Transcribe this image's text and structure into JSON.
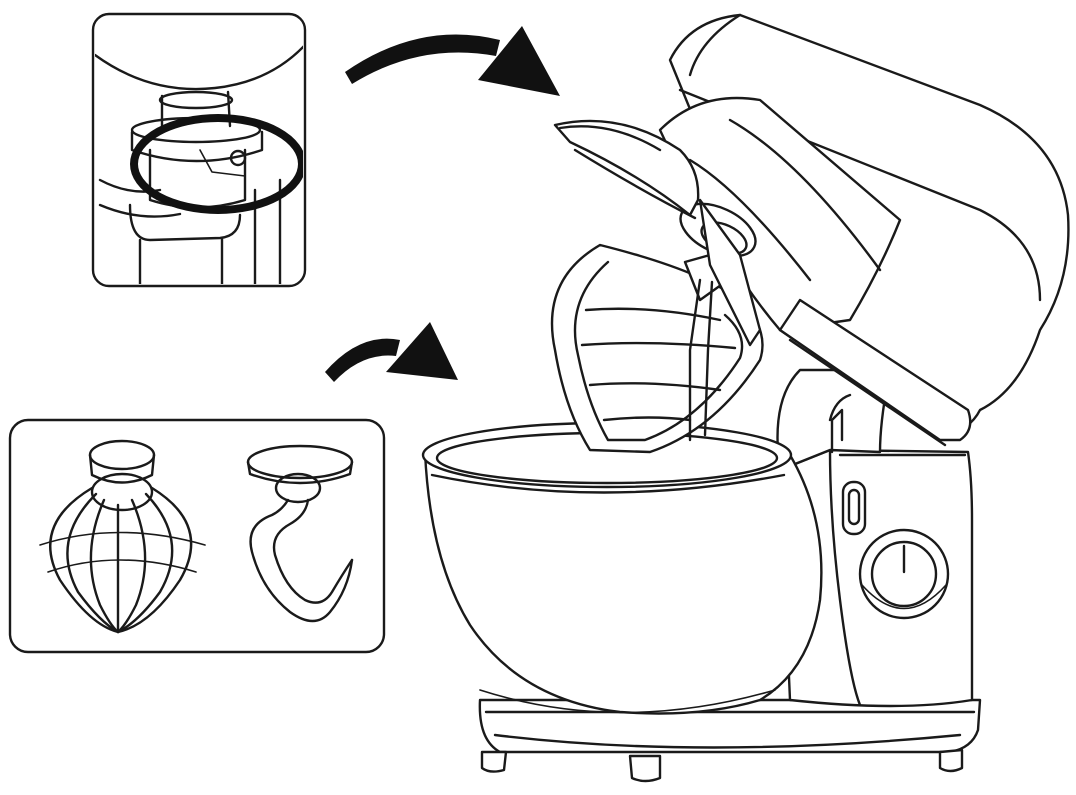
{
  "figure": {
    "background": "#ffffff",
    "line_color": "#1a1a1a",
    "highlight_color": "#111111",
    "panels": {
      "detail_inset": {
        "shows": "attachment-shaft-coupling",
        "highlighted": true
      },
      "accessories_inset": {
        "items": [
          "whisk-icon",
          "dough-hook-icon"
        ]
      }
    },
    "arrows": [
      "curved-arrow-to-head",
      "curved-arrow-to-bowl"
    ],
    "main_illustration": {
      "parts": [
        "mixer-head",
        "splash-guard",
        "beater",
        "mixing-bowl",
        "mixer-base",
        "speed-knob",
        "head-release-switch"
      ]
    }
  }
}
